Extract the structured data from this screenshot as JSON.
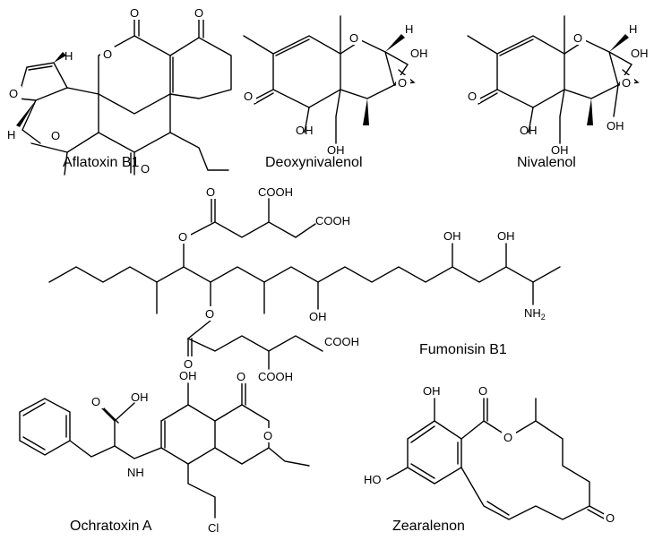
{
  "figure": {
    "captions": {
      "aflatoxin_b1": "Aflatoxin B1",
      "deoxynivalenol": "Deoxynivalenol",
      "nivalenol": "Nivalenol",
      "fumonisin_b1": "Fumonisin B1",
      "ochratoxin_a": "Ochratoxin A",
      "zearalenon": "Zearalenon"
    },
    "atoms": {
      "O": "O",
      "H": "H",
      "OH": "OH",
      "HO": "HO",
      "COOH": "COOH",
      "NH": "NH",
      "NH2": "NH",
      "NH2_sub": "2",
      "Cl": "Cl"
    }
  }
}
